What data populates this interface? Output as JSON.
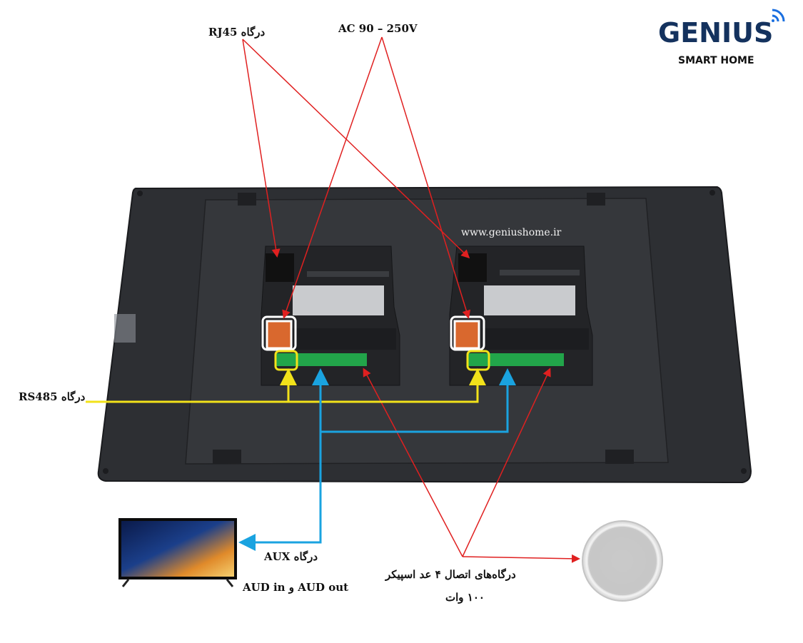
{
  "logo": {
    "brand": "GENIUS",
    "subtitle": "SMART HOME"
  },
  "website": "www.geniushome.ir",
  "labels": {
    "rj45": "درگاه RJ45",
    "ac_power": "AC 90 – 250V",
    "rs485": "درگاه RS485",
    "aux_line1": "درگاه AUX",
    "aux_line2": "AUD out و AUD in",
    "speaker_line1": "درگاه‌های اتصال ۴ عد اسپیکر",
    "speaker_line2": "۱۰۰ وات"
  },
  "colors": {
    "rj45_lines": "#e02020",
    "ac_lines": "#e02020",
    "rs485_lines": "#f2e21a",
    "aux_lines": "#1aa3e0",
    "speaker_lines": "#e02020",
    "panel": "#2d2f33",
    "logo_blue": "#14325e"
  }
}
